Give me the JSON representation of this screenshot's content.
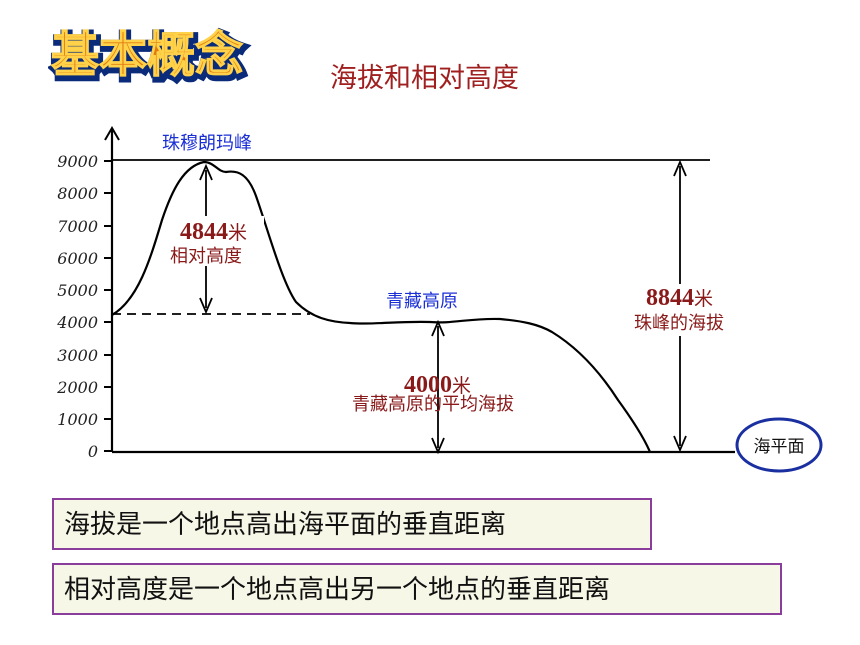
{
  "header": {
    "logo_text": "基本概念",
    "title": "海拔和相对高度"
  },
  "diagram": {
    "y_ticks": [
      "0",
      "1000",
      "2000",
      "3000",
      "4000",
      "5000",
      "6000",
      "7000",
      "8000",
      "9000"
    ],
    "peak_label": "珠穆朗玛峰",
    "plateau_label": "青藏高原",
    "relative": {
      "value": "4844",
      "unit": "米",
      "desc": "相对高度"
    },
    "everest_altitude": {
      "value": "8844",
      "unit": "米",
      "desc": "珠峰的海拔"
    },
    "plateau_altitude": {
      "value": "4000",
      "unit": "米",
      "desc": "青藏高原的平均海拔"
    },
    "sea_level_label": "海平面",
    "colors": {
      "blue_label": "#1a2fd6",
      "dark_red": "#8a1a1a",
      "oval": "#1a2fa0"
    }
  },
  "definitions": {
    "altitude": "海拔是一个地点高出海平面的垂直距离",
    "relative_height": "相对高度是一个地点高出另一个地点的垂直距离"
  }
}
